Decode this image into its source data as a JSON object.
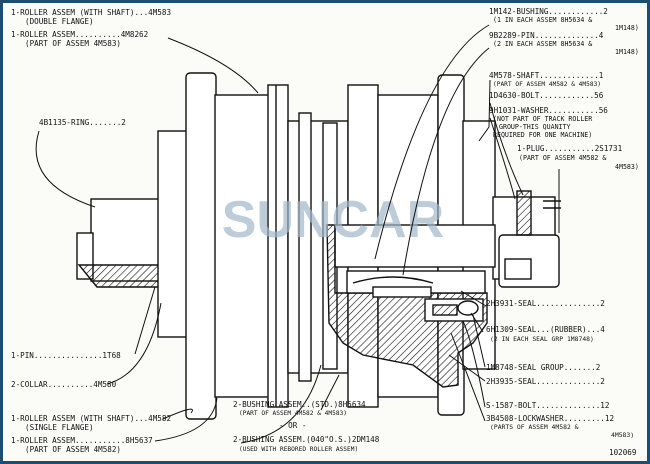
{
  "labels": {
    "roller_double_1": "1-ROLLER ASSEM (WITH SHAFT)...4M583",
    "roller_double_2": "(DOUBLE FLANGE)",
    "roller_part_1": "1-ROLLER ASSEM..........4M8262",
    "roller_part_2": "(PART OF ASSEM 4M583)",
    "ring": "4B1135-RING.......2",
    "pin": "1-PIN...............1T68",
    "collar": "2-COLLAR..........4M580",
    "roller_single_1": "1-ROLLER ASSEM (WITH SHAFT)...4M582",
    "roller_single_2": "(SINGLE FLANGE)",
    "roller_part2_1": "1-ROLLER ASSEM...........8H5637",
    "roller_part2_2": "(PART OF ASSEM 4M582)",
    "bushing_std_1": "2-BUSHING ASSEM..(STD.)8H5634",
    "bushing_std_2": "(PART OF ASSEM 4M582 & 4M583)",
    "bushing_or": "- OR -",
    "bushing_040_1": "2-BUSHING ASSEM.(040\"O.S.)2DM148",
    "bushing_040_2": "(USED WITH REBORED ROLLER ASSEM)",
    "im142_1": "1M142-BUSHING............2",
    "im142_2": "(1 IN EACH ASSEM 8H5634 &",
    "im142_3": "1M148)",
    "pin9b_1": "9B2289-PIN..............4",
    "pin9b_2": "(2 IN EACH ASSEM 8H5634 &",
    "pin9b_3": "1M148)",
    "shaft_1": "4M578-SHAFT.............1",
    "shaft_2": "(PART OF ASSEM 4M582 & 4M583)",
    "bolt_1": "1D4630-BOLT............56",
    "washer_1": "9H1031-WASHER...........56",
    "washer_2": "(NOT PART OF TRACK ROLLER",
    "washer_3": "GROUP-THIS QUANITY",
    "washer_4": "REQUIRED FOR ONE MACHINE)",
    "plug_1": "1-PLUG...........2S1731",
    "plug_2": "(PART OF ASSEM 4M582 &",
    "plug_3": "4M583)",
    "seal_2h3931": "2H3931-SEAL..............2",
    "seal_6h1309_1": "6H1309-SEAL...(RUBBER)...4",
    "seal_6h1309_2": "(2 IN EACH SEAL GRP 1M8748)",
    "seal_group": "1M8748-SEAL GROUP.......2",
    "seal_2h3935": "2H3935-SEAL..............2",
    "bolt_s1587": "S-1587-BOLT..............12",
    "lockwasher_1": "3B4508-LOCKWASHER.........12",
    "lockwasher_2": "(PARTS OF ASSEM 4M582 &",
    "lockwasher_3": "4M583)",
    "fig_number": "102069"
  },
  "watermark": "SUNCAR",
  "colors": {
    "border": "#1a4f73",
    "watermark": "#9fb7c9",
    "ink": "#111111",
    "paper": "#fbfbf8"
  }
}
